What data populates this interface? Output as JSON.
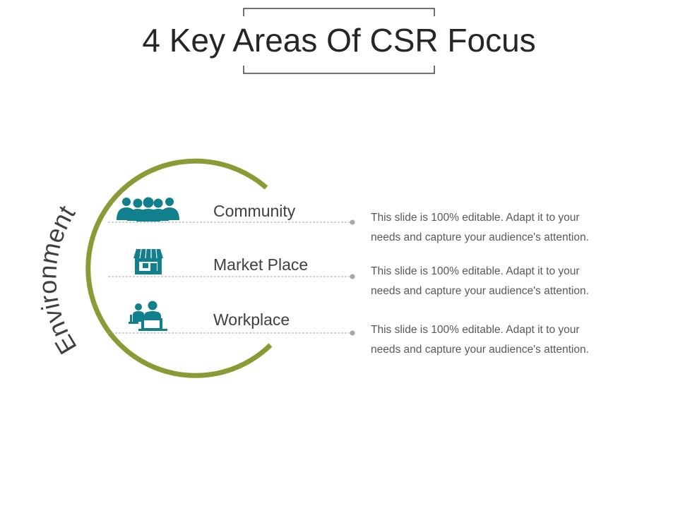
{
  "title": "4 Key Areas Of CSR Focus",
  "arc_label": "Environment",
  "colors": {
    "arc": "#8b9a35",
    "icon": "#12808c",
    "dash": "#a6a6a6"
  },
  "rows": [
    {
      "label": "Community",
      "icon": "people-group-icon",
      "description": "This slide is 100% editable. Adapt it to your needs and capture your audience's attention."
    },
    {
      "label": "Market Place",
      "icon": "storefront-icon",
      "description": "This slide is 100% editable. Adapt it to your needs and capture your audience's attention."
    },
    {
      "label": "Workplace",
      "icon": "office-workers-icon",
      "description": "This slide is 100% editable. Adapt it to your needs and capture your audience's attention."
    }
  ]
}
